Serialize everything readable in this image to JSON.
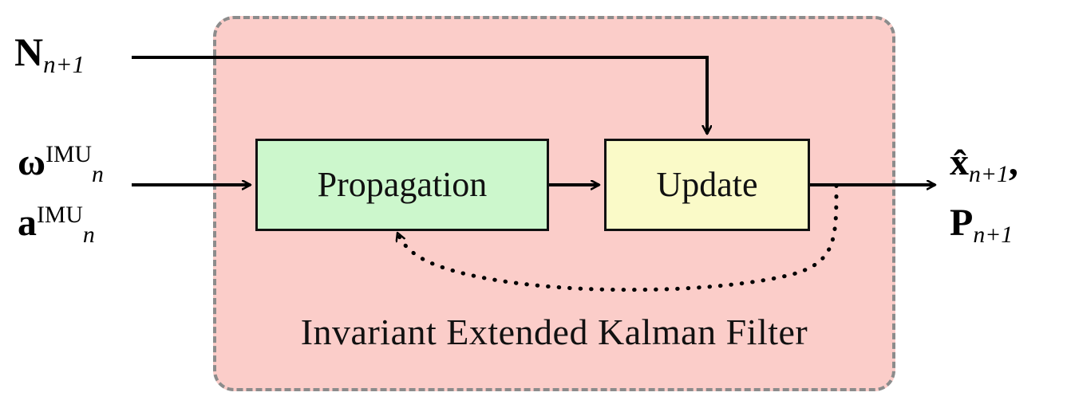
{
  "diagram": {
    "title": "Invariant Extended Kalman Filter block diagram",
    "container_label": "Invariant Extended Kalman Filter",
    "colors": {
      "container_fill": "#fbcdc9",
      "container_border": "#8c8c8c",
      "propagation_fill": "#ccf7cc",
      "update_fill": "#fafac8",
      "box_border": "#111111",
      "shadow": "#b5959a",
      "wire": "#000000",
      "page_background": "#ffffff"
    },
    "blocks": [
      {
        "id": "propagation",
        "label": "Propagation",
        "fill": "#ccf7cc"
      },
      {
        "id": "update",
        "label": "Update",
        "fill": "#fafac8"
      }
    ],
    "inputs": {
      "measurement": {
        "symbol": "N",
        "subscript": "n+1",
        "target": "update"
      },
      "imu": [
        {
          "symbol": "ω",
          "superscript": "IMU",
          "subscript": "n"
        },
        {
          "symbol": "a",
          "superscript": "IMU",
          "subscript": "n"
        }
      ]
    },
    "outputs": [
      {
        "symbol": "x̂",
        "subscript": "n+1",
        "trailing": ","
      },
      {
        "symbol": "P",
        "subscript": "n+1",
        "trailing": ""
      }
    ],
    "connections": [
      {
        "from": "imu-inputs",
        "to": "propagation",
        "style": "solid",
        "arrow": true
      },
      {
        "from": "propagation",
        "to": "update",
        "style": "solid",
        "arrow": true
      },
      {
        "from": "measurement-input",
        "to": "update",
        "style": "solid",
        "arrow": true
      },
      {
        "from": "update",
        "to": "outputs",
        "style": "solid",
        "arrow": true
      },
      {
        "from": "update-output",
        "to": "propagation",
        "style": "dotted",
        "arrow": true,
        "role": "feedback"
      }
    ]
  }
}
